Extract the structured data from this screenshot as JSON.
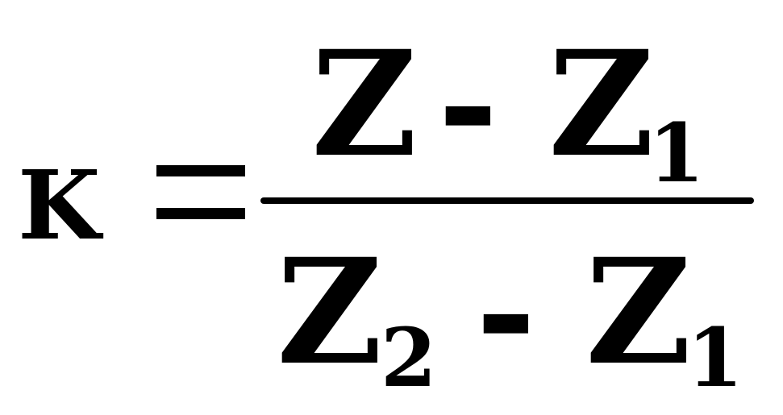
{
  "formula": {
    "lhs": "K",
    "numerator": {
      "term_a": "Z",
      "operator": "-",
      "term_b": "Z",
      "term_b_subscript": "1"
    },
    "denominator": {
      "term_a": "Z",
      "term_a_subscript": "2",
      "operator": "-",
      "term_b": "Z",
      "term_b_subscript": "1"
    }
  }
}
